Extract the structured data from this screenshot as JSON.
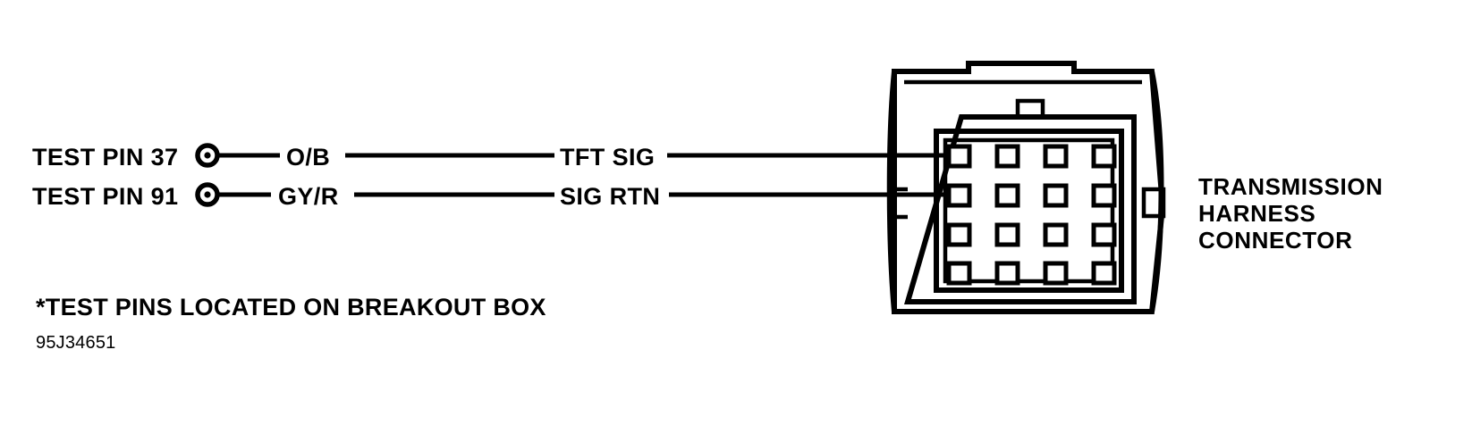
{
  "diagram": {
    "title_note": "*TEST PINS LOCATED ON BREAKOUT BOX",
    "figure_number": "95J34651",
    "connector_label_lines": [
      "TRANSMISSION",
      "HARNESS",
      "CONNECTOR"
    ],
    "ink_color": "#000000",
    "background_color": "#ffffff"
  },
  "circuits": [
    {
      "test_pin_label": "TEST PIN 37",
      "wire_color_code": "O/B",
      "signal_name": "TFT  SIG",
      "terminal_icon": "test-point-icon",
      "row": 1
    },
    {
      "test_pin_label": "TEST PIN 91",
      "wire_color_code": "GY/R",
      "signal_name": "SIG RTN",
      "terminal_icon": "test-point-icon",
      "row": 2
    }
  ],
  "connector": {
    "name": "transmission-harness-connector",
    "cavity_rows": 4,
    "cavity_columns": 4,
    "cavity_count": 16,
    "connected_cavities": [
      {
        "row": 1,
        "column": 1,
        "signal_name": "TFT  SIG"
      },
      {
        "row": 2,
        "column": 1,
        "signal_name": "SIG RTN"
      }
    ]
  }
}
